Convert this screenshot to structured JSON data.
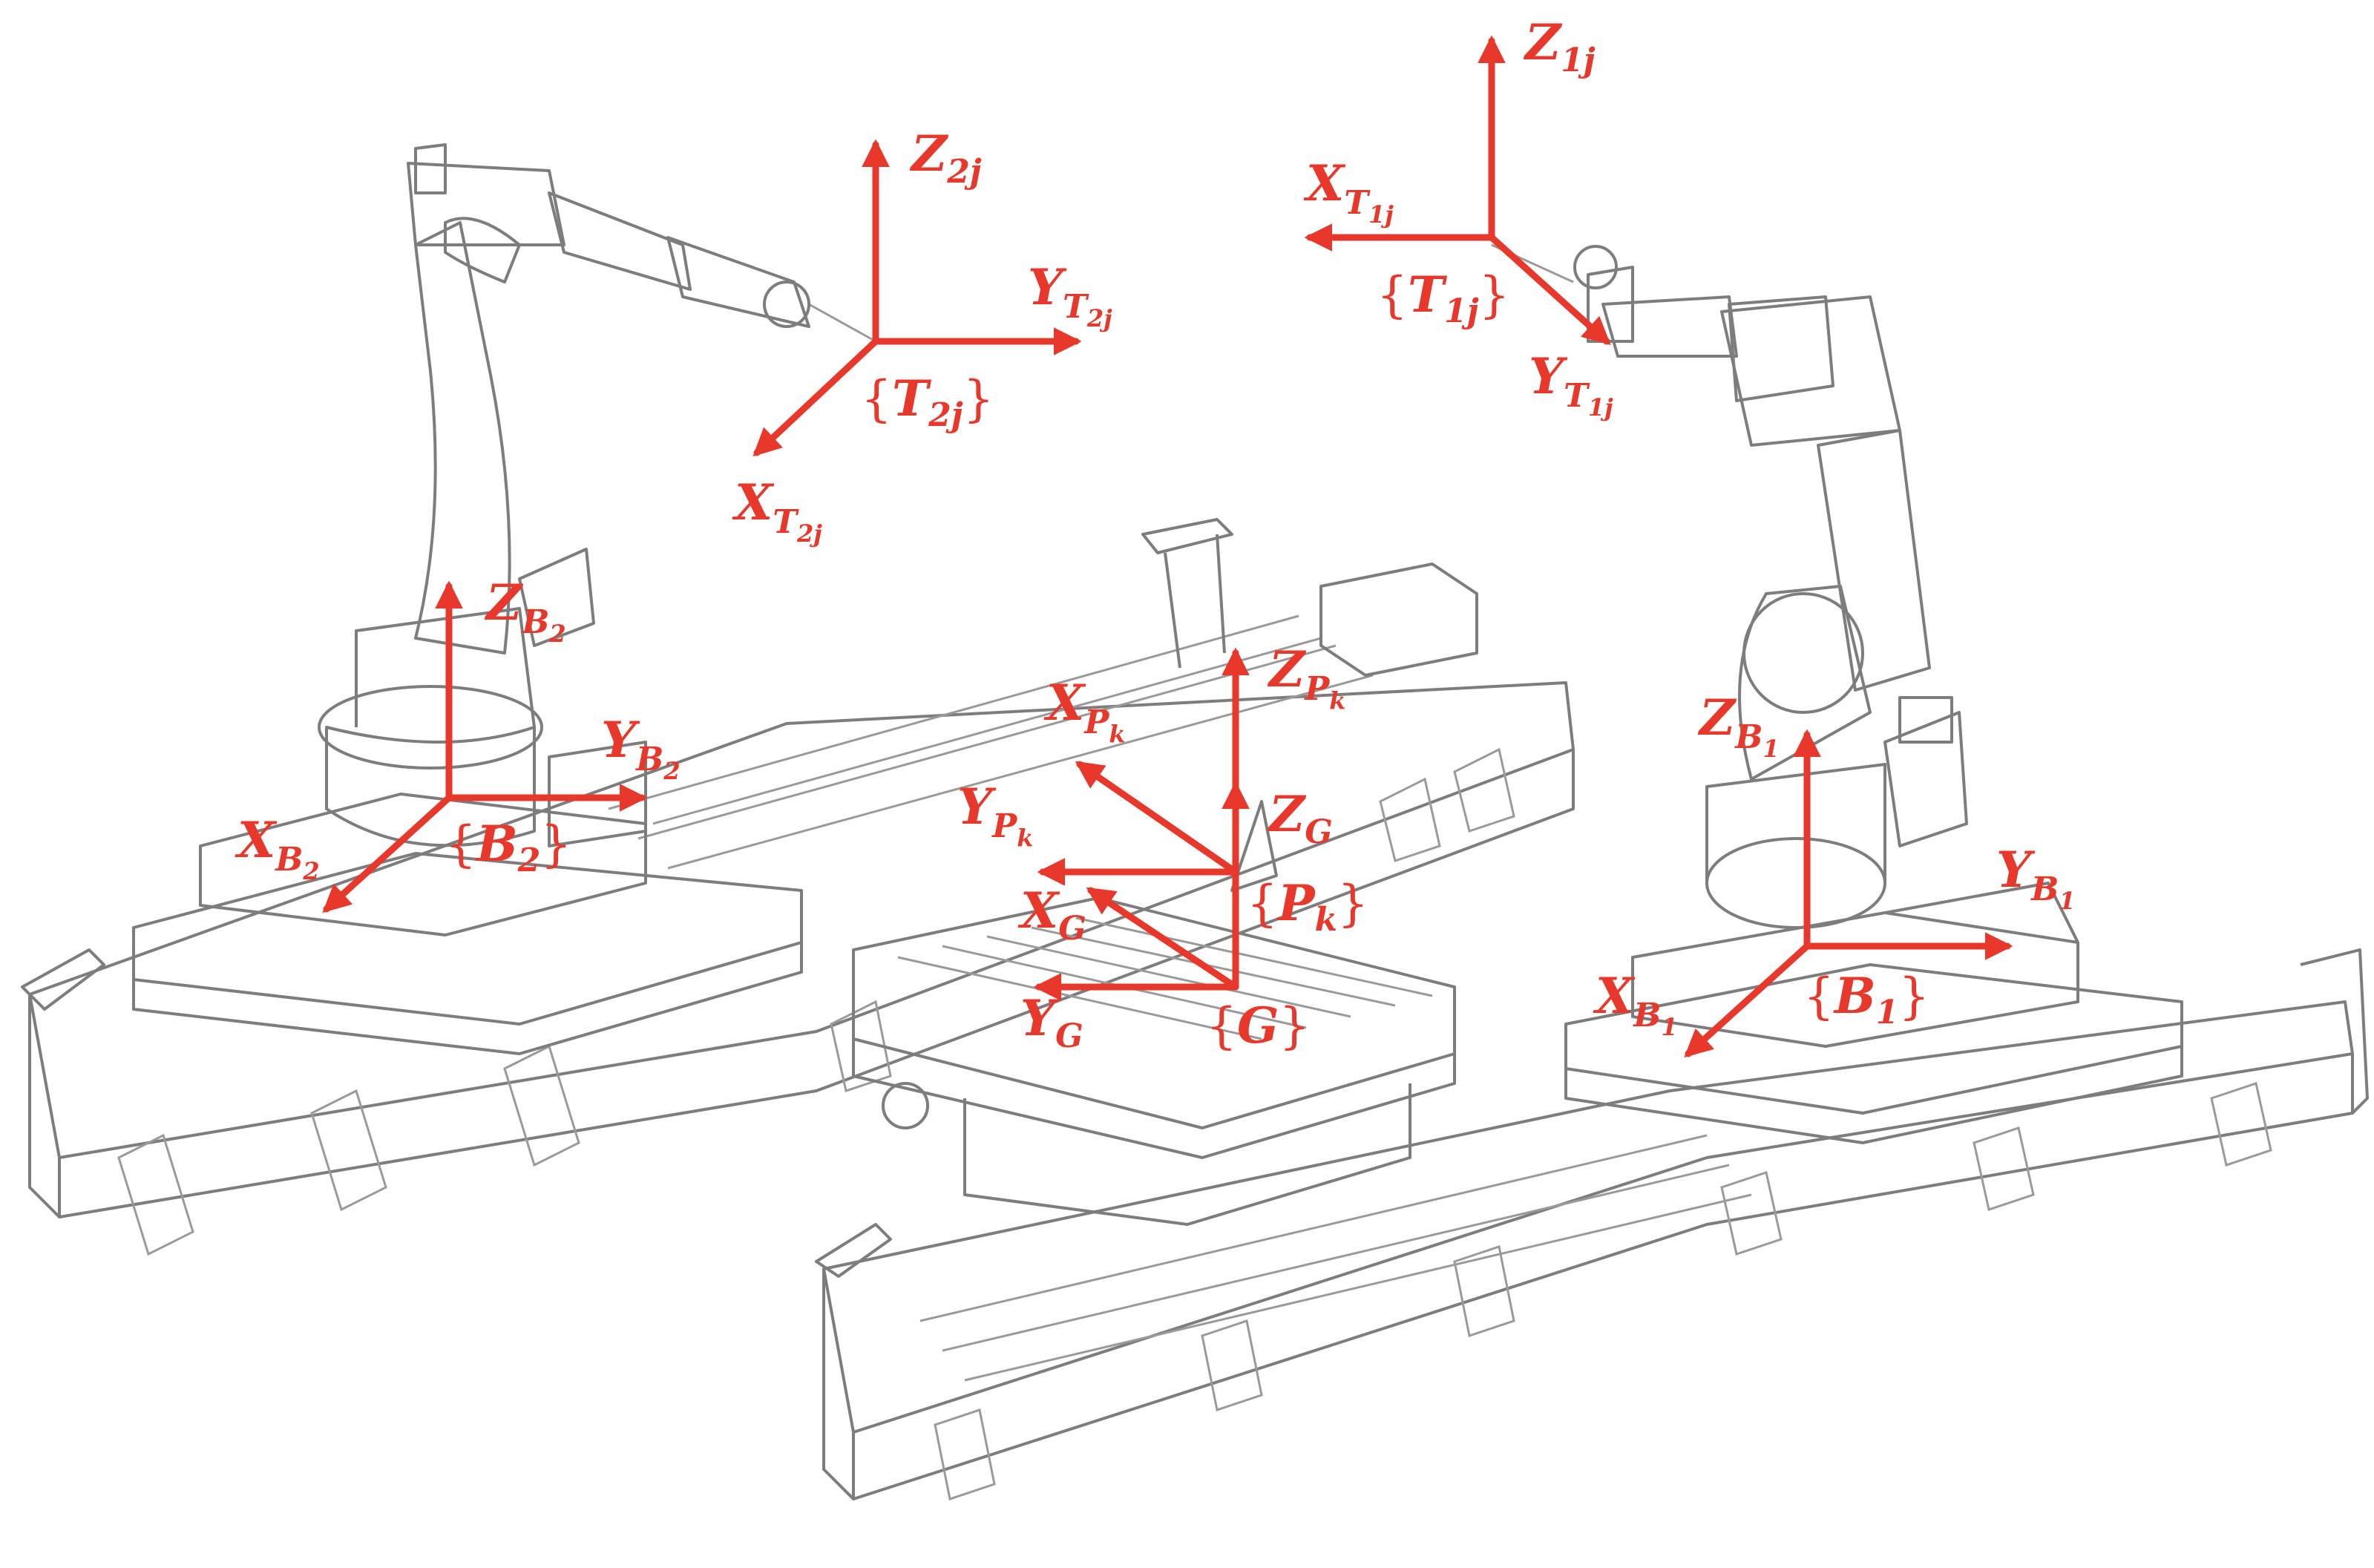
{
  "colors": {
    "frame": "#e8382b",
    "equipment": "#7d7d7d"
  },
  "frames": {
    "T2": {
      "z_main": "Z",
      "z_sub": "2j",
      "y_main": "Y",
      "y_sub": "T",
      "y_subsub": "2j",
      "x_main": "X",
      "x_sub": "T",
      "x_subsub": "2j",
      "name_main": "T",
      "name_sub": "2j"
    },
    "T1": {
      "z_main": "Z",
      "z_sub": "1j",
      "x_main": "X",
      "x_sub": "T",
      "x_subsub": "1j",
      "y_main": "Y",
      "y_sub": "T",
      "y_subsub": "1j",
      "name_main": "T",
      "name_sub": "1j"
    },
    "B2": {
      "z_main": "Z",
      "z_sub": "B",
      "z_subsub": "2",
      "y_main": "Y",
      "y_sub": "B",
      "y_subsub": "2",
      "x_main": "X",
      "x_sub": "B",
      "x_subsub": "2",
      "name_main": "B",
      "name_sub": "2"
    },
    "B1": {
      "z_main": "Z",
      "z_sub": "B",
      "z_subsub": "1",
      "y_main": "Y",
      "y_sub": "B",
      "y_subsub": "1",
      "x_main": "X",
      "x_sub": "B",
      "x_subsub": "1",
      "name_main": "B",
      "name_sub": "1"
    },
    "P": {
      "z_main": "Z",
      "z_sub": "P",
      "z_subsub": "k",
      "x_main": "X",
      "x_sub": "P",
      "x_subsub": "k",
      "y_main": "Y",
      "y_sub": "P",
      "y_subsub": "k",
      "name_main": "P",
      "name_sub": "k"
    },
    "G": {
      "z_main": "Z",
      "z_sub": "G",
      "x_main": "X",
      "x_sub": "G",
      "y_main": "Y",
      "y_sub": "G",
      "name_main": "G"
    }
  }
}
